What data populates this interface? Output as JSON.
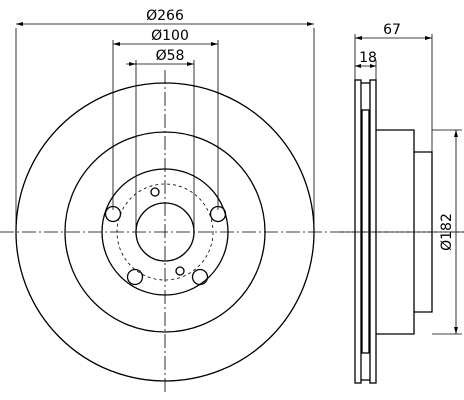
{
  "dimensions": {
    "outer_diameter": "Ø266",
    "bolt_circle_diameter": "Ø100",
    "center_bore_diameter": "Ø58",
    "total_height": "67",
    "disc_thickness": "18",
    "hat_diameter": "Ø182"
  }
}
